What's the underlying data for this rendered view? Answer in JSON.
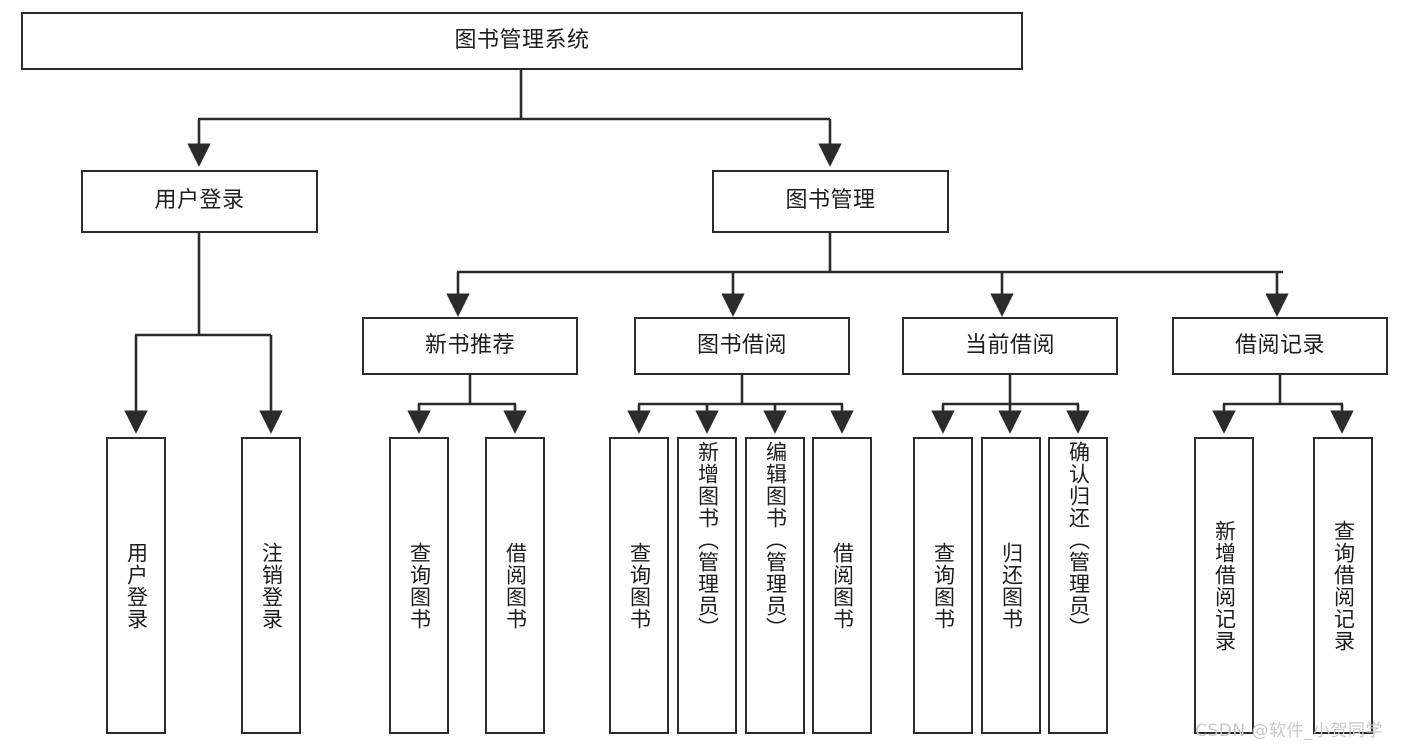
{
  "diagram": {
    "type": "tree",
    "orientation": "top-down",
    "root": {
      "id": "root",
      "label": "图书管理系统"
    },
    "level2": [
      {
        "id": "user-login",
        "label": "用户登录"
      },
      {
        "id": "book-management",
        "label": "图书管理"
      }
    ],
    "level3": [
      {
        "id": "new-book-recommend",
        "label": "新书推荐",
        "parent": "book-management"
      },
      {
        "id": "book-borrow",
        "label": "图书借阅",
        "parent": "book-management"
      },
      {
        "id": "current-borrow",
        "label": "当前借阅",
        "parent": "book-management"
      },
      {
        "id": "borrow-record",
        "label": "借阅记录",
        "parent": "book-management"
      }
    ],
    "leaves": [
      {
        "id": "leaf-user-login",
        "label": "用户登录",
        "parent": "user-login"
      },
      {
        "id": "leaf-logout-login",
        "label": "注销登录",
        "parent": "user-login"
      },
      {
        "id": "leaf-query-book-1",
        "label": "查询图书",
        "parent": "new-book-recommend"
      },
      {
        "id": "leaf-borrow-book-1",
        "label": "借阅图书",
        "parent": "new-book-recommend"
      },
      {
        "id": "leaf-query-book-2",
        "label": "查询图书",
        "parent": "book-borrow"
      },
      {
        "id": "leaf-add-book-admin",
        "label": "新增图书（管理员）",
        "parent": "book-borrow"
      },
      {
        "id": "leaf-edit-book-admin",
        "label": "编辑图书（管理员）",
        "parent": "book-borrow"
      },
      {
        "id": "leaf-borrow-book-2",
        "label": "借阅图书",
        "parent": "book-borrow"
      },
      {
        "id": "leaf-query-book-3",
        "label": "查询图书",
        "parent": "current-borrow"
      },
      {
        "id": "leaf-return-book",
        "label": "归还图书",
        "parent": "current-borrow"
      },
      {
        "id": "leaf-confirm-return-admin",
        "label": "确认归还（管理员）",
        "parent": "current-borrow"
      },
      {
        "id": "leaf-add-borrow-record",
        "label": "新增借阅记录",
        "parent": "borrow-record"
      },
      {
        "id": "leaf-query-borrow-record",
        "label": "查询借阅记录",
        "parent": "borrow-record"
      }
    ],
    "colors": {
      "background": "#ffffff",
      "box_border": "#2b2b2b",
      "connector": "#2b2b2b",
      "text": "#1d1d1d",
      "watermark": "#c8c8c8"
    }
  },
  "watermark": {
    "text": "CSDN @软件_小贺同学"
  }
}
